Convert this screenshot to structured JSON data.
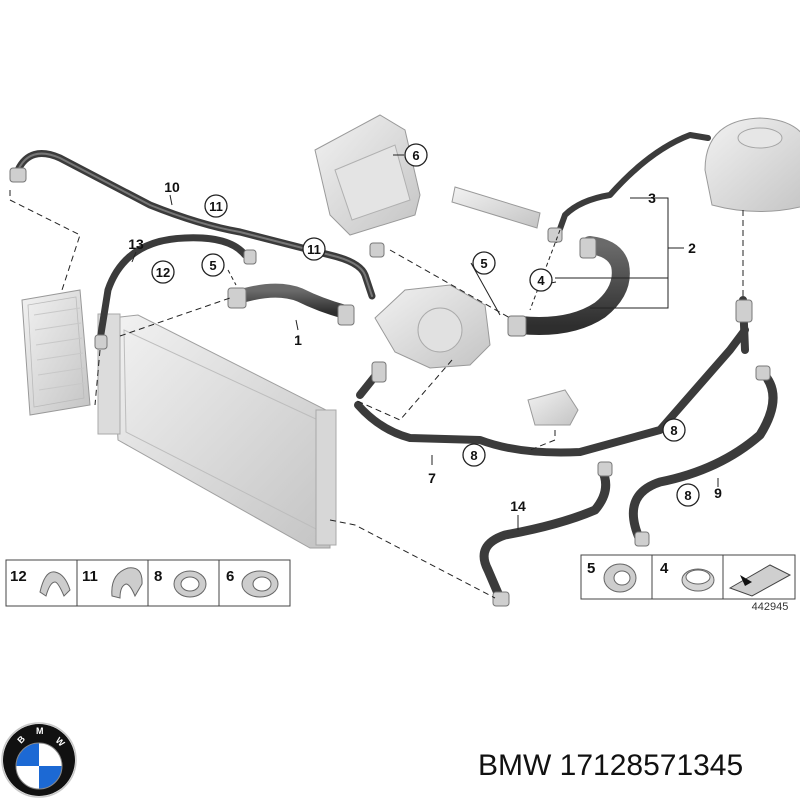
{
  "callouts": {
    "c6": "6",
    "c11a": "11",
    "c11b": "11",
    "c12": "12",
    "c5a": "5",
    "c5b": "5",
    "c4": "4",
    "c8a": "8",
    "c8b": "8",
    "c8c": "8"
  },
  "numbers": {
    "n10": "10",
    "n13": "13",
    "n1": "1",
    "n3": "3",
    "n2": "2",
    "n7": "7",
    "n9": "9",
    "n14": "14"
  },
  "legend_left": [
    {
      "number": "12"
    },
    {
      "number": "11"
    },
    {
      "number": "8"
    },
    {
      "number": "6"
    }
  ],
  "legend_right": [
    {
      "number": "5"
    },
    {
      "number": "4"
    }
  ],
  "reference_number": "442945",
  "brand": {
    "logo_letters": "BMW",
    "caption": "BMW 17128571345"
  },
  "colors": {
    "hose": "#4a4a4a",
    "part_gray": "#d9d9d9",
    "line": "#222222",
    "bmw_blue": "#1c69d4"
  }
}
